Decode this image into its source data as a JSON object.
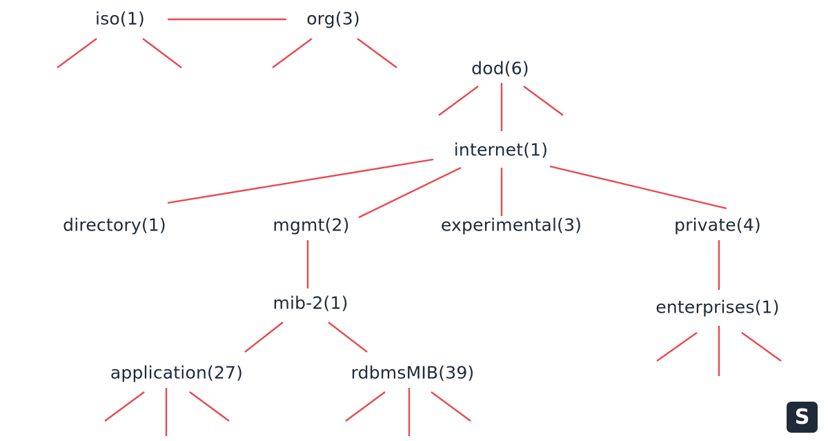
{
  "nodes": {
    "iso": "iso(1)",
    "org": "org(3)",
    "dod": "dod(6)",
    "internet": "internet(1)",
    "directory": "directory(1)",
    "mgmt": "mgmt(2)",
    "experimental": "experimental(3)",
    "private": "private(4)",
    "mib2": "mib-2(1)",
    "enterprises": "enterprises(1)",
    "application": "application(27)",
    "rdbmsmib": "rdbmsMIB(39)"
  },
  "colors": {
    "edge": "#e8484e",
    "text": "#1d2b3a",
    "logo_bg": "#1f2b39"
  },
  "logo": {
    "text": "S",
    "icon": "brand-s-logo-icon"
  }
}
